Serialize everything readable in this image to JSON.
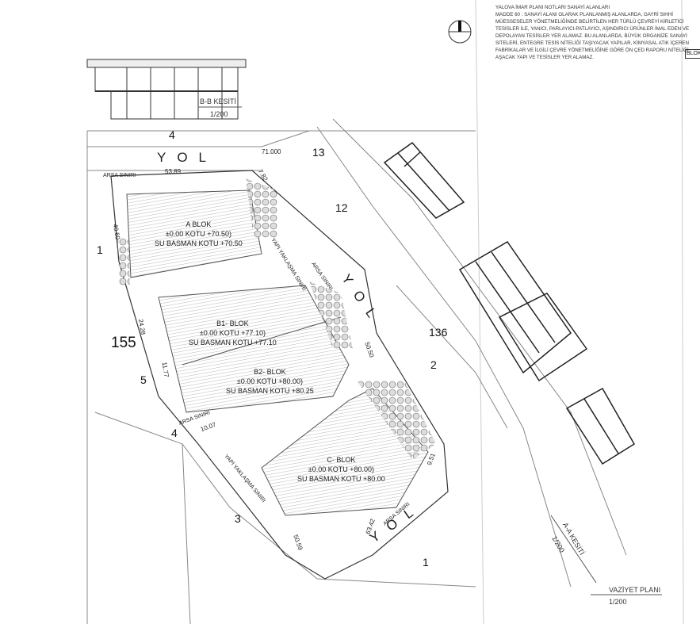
{
  "notes": {
    "heading": "YALOVA İMAR PLANI NOTLARI SANAYİ ALANLARI",
    "body": "MADDE 60 : SANAYİ ALANI OLARAK PLANLANMIŞ ALANLARDA, GAYRİ SIHHİ MÜESSESELER YÖNETMELİĞİNDE BELİRTİLEN HER TÜRLÜ ÇEVREYİ KİRLETİCİ TESİSLER İLE, YANICI, PARLAYICI-PATLAYICI, AŞINDIRICI ÜRÜNLER İMAL EDEN VE DEPOLAYAN TESİSLER YER ALAMAZ. BU ALANLARDA, BÜYÜK ORGANİZE SANAYİ SİTELERİ, ENTEGRE TESİS NİTELİĞİ TAŞIYACAK YAPILAR, KİMYASAL ATIK İÇEREN FABRİKALAR VE İLGİLİ ÇEVRE YÖNETMELİĞİNE GÖRE ÖN ÇED RAPORU NİTELİĞİ AŞACAK YAPI VE TESİSLER YER ALAMAZ.",
    "tag": "BLOK"
  },
  "sections": {
    "bb_title": "B-B KESİTİ",
    "bb_scale": "1/200",
    "aa_title": "A-A KESİTİ",
    "aa_scale": "1/200"
  },
  "plan": {
    "title": "VAZİYET PLANI",
    "scale": "1/200"
  },
  "blocks": [
    {
      "name": "A BLOK",
      "kotu": "±0.00 KOTU +70.50)",
      "basman": "SU BASMAN KOTU +70.50"
    },
    {
      "name": "B1- BLOK",
      "kotu": "±0.00 KOTU +77.10)",
      "basman": "SU BASMAN KOTU +77.10"
    },
    {
      "name": "B2- BLOK",
      "kotu": "±0.00 KOTU +80.00)",
      "basman": "SU BASMAN KOTU +80.25"
    },
    {
      "name": "C- BLOK",
      "kotu": "±0.00 KOTU +80.00)",
      "basman": "SU BASMAN KOTU +80.00"
    }
  ],
  "parcels": [
    "4",
    "13",
    "12",
    "1",
    "155",
    "136",
    "2",
    "5",
    "4",
    "3",
    "1"
  ],
  "road_label": "YOL",
  "labels": {
    "arsa": "ARSA SINIRI",
    "yapi": "YAPI YAKLAŞMA SINIRI"
  },
  "dims": [
    "53.89",
    "40.60",
    "24.28",
    "11.77",
    "10.07",
    "50.50",
    "50.59",
    "63.42",
    "7.82",
    "71.000",
    "9.51"
  ]
}
